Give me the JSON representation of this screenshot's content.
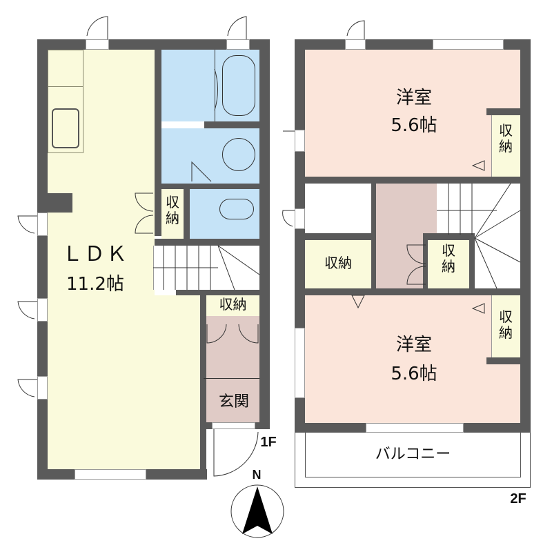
{
  "floor_plan": {
    "floors": [
      {
        "tag": "1F",
        "rooms": [
          {
            "id": "ldk",
            "name": "ＬＤＫ",
            "size": "11.2帖"
          },
          {
            "id": "storage-1f-a",
            "name": "収\n納"
          },
          {
            "id": "storage-1f-b",
            "name": "収納"
          },
          {
            "id": "entrance",
            "name": "玄関"
          },
          {
            "id": "bathroom",
            "name": ""
          },
          {
            "id": "washroom",
            "name": ""
          },
          {
            "id": "toilet",
            "name": ""
          },
          {
            "id": "stairs",
            "name": ""
          }
        ]
      },
      {
        "tag": "2F",
        "rooms": [
          {
            "id": "western-room-north",
            "name": "洋室",
            "size": "5.6帖"
          },
          {
            "id": "storage-2f-a",
            "name": "収\n納"
          },
          {
            "id": "storage-2f-b",
            "name": "収納"
          },
          {
            "id": "storage-2f-c",
            "name": "収\n納"
          },
          {
            "id": "western-room-south",
            "name": "洋室",
            "size": "5.6帖"
          },
          {
            "id": "storage-2f-d",
            "name": "収\n納"
          },
          {
            "id": "balcony",
            "name": "バルコニー"
          },
          {
            "id": "hall",
            "name": ""
          },
          {
            "id": "stairs-2f",
            "name": ""
          }
        ]
      }
    ],
    "compass": {
      "label": "N",
      "icon": "north-arrow-icon"
    },
    "colors": {
      "wall": "#5a5a5a",
      "ldk": "#fafadc",
      "wet_area": "#c5e3f7",
      "entrance": "#e0cbc6",
      "western_room": "#fbe5da",
      "storage": "#fafadc"
    }
  }
}
